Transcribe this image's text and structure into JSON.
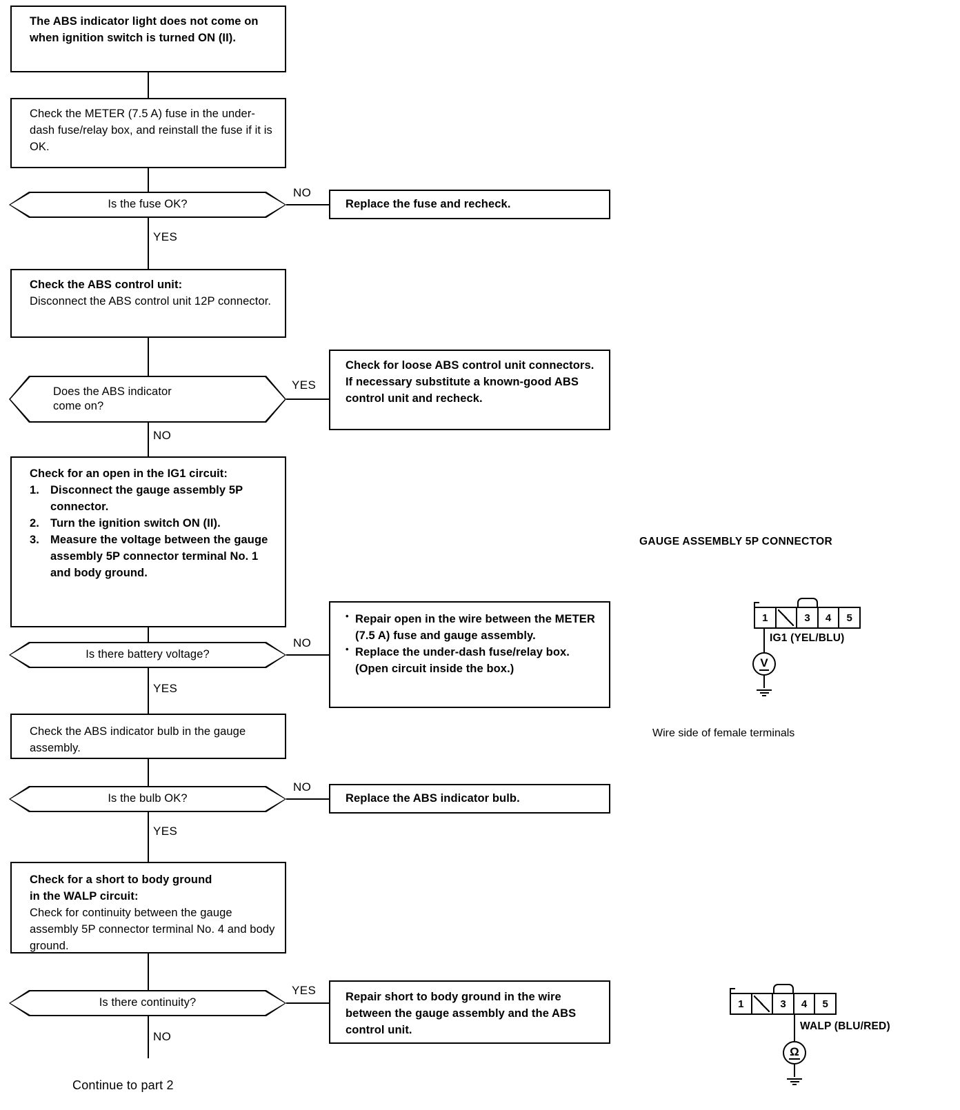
{
  "document": {
    "type": "troubleshooting-flowchart",
    "title": "The ABS indicator light does not come on when ignition switch is turned ON (II).",
    "continuation": "Continue to part 2"
  },
  "flow": {
    "start": {
      "text": "The ABS indicator light does not come on when ignition switch is turned ON (II)."
    },
    "step1": {
      "text": "Check the METER (7.5 A) fuse in the under-dash fuse/relay box, and reinstall the fuse if it is OK."
    },
    "decision1": {
      "question": "Is the fuse OK?",
      "yes_label": "YES",
      "no_label": "NO"
    },
    "result1": {
      "text": "Replace the fuse and recheck."
    },
    "step2": {
      "heading": "Check the ABS control unit:",
      "text": "Disconnect the ABS control unit 12P connector."
    },
    "decision2": {
      "question_line1": "Does the ABS indicator",
      "question_line2": "come on?",
      "yes_label": "YES",
      "no_label": "NO"
    },
    "result2": {
      "text": "Check for loose ABS control unit connectors. If necessary substitute a known-good ABS control unit and recheck."
    },
    "step3": {
      "heading": "Check for an open in the IG1 circuit:",
      "items": [
        {
          "num": "1.",
          "text": "Disconnect the gauge assembly 5P connector."
        },
        {
          "num": "2.",
          "text": "Turn the ignition switch ON (II)."
        },
        {
          "num": "3.",
          "text": "Measure the voltage between the gauge assembly 5P connector terminal  No. 1 and body ground."
        }
      ]
    },
    "decision3": {
      "question": "Is there battery voltage?",
      "yes_label": "YES",
      "no_label": "NO"
    },
    "result3": {
      "bullets": [
        "Repair open in the wire between the METER (7.5 A) fuse and gauge assembly.",
        "Replace the under-dash fuse/relay box. (Open circuit inside the box.)"
      ]
    },
    "step4": {
      "text": "Check the ABS indicator bulb in the gauge assembly."
    },
    "decision4": {
      "question": "Is the bulb OK?",
      "yes_label": "YES",
      "no_label": "NO"
    },
    "result4": {
      "text": "Replace the ABS indicator bulb."
    },
    "step5": {
      "heading_line1": "Check for a short to body ground",
      "heading_line2": "in the WALP circuit:",
      "text": "Check for continuity between the gauge assembly 5P connector terminal No. 4 and body ground."
    },
    "decision5": {
      "question": "Is there continuity?",
      "yes_label": "YES",
      "no_label": "NO"
    },
    "result5": {
      "text": "Repair short to body ground in the wire between the gauge assembly and the ABS control unit."
    }
  },
  "connector_top": {
    "title": "GAUGE ASSEMBLY 5P CONNECTOR",
    "cells": [
      "1",
      "",
      "3",
      "4",
      "5"
    ],
    "wire_label": "IG1 (YEL/BLU)",
    "meter_symbol": "V",
    "meter_name": "voltmeter",
    "caption": "Wire side of female terminals"
  },
  "connector_bottom": {
    "cells": [
      "1",
      "",
      "3",
      "4",
      "5"
    ],
    "wire_label": "WALP (BLU/RED)",
    "meter_symbol": "Ω",
    "meter_name": "ohmmeter"
  }
}
